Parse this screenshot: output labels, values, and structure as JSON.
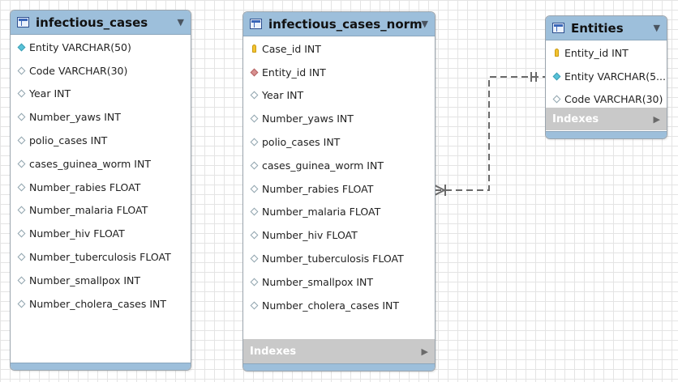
{
  "tables": {
    "infectious_cases": {
      "title": "infectious_cases",
      "columns": [
        {
          "label": "Entity VARCHAR(50)",
          "icon": "filled-diamond-icon"
        },
        {
          "label": "Code VARCHAR(30)",
          "icon": "hollow-diamond-icon"
        },
        {
          "label": "Year INT",
          "icon": "hollow-diamond-icon"
        },
        {
          "label": "Number_yaws INT",
          "icon": "hollow-diamond-icon"
        },
        {
          "label": "polio_cases INT",
          "icon": "hollow-diamond-icon"
        },
        {
          "label": "cases_guinea_worm INT",
          "icon": "hollow-diamond-icon"
        },
        {
          "label": "Number_rabies FLOAT",
          "icon": "hollow-diamond-icon"
        },
        {
          "label": "Number_malaria FLOAT",
          "icon": "hollow-diamond-icon"
        },
        {
          "label": "Number_hiv FLOAT",
          "icon": "hollow-diamond-icon"
        },
        {
          "label": "Number_tuberculosis FLOAT",
          "icon": "hollow-diamond-icon"
        },
        {
          "label": "Number_smallpox INT",
          "icon": "hollow-diamond-icon"
        },
        {
          "label": "Number_cholera_cases INT",
          "icon": "hollow-diamond-icon"
        }
      ]
    },
    "infectious_cases_norm": {
      "title": "infectious_cases_norm",
      "columns": [
        {
          "label": "Case_id INT",
          "icon": "primary-key-icon"
        },
        {
          "label": "Entity_id INT",
          "icon": "foreign-key-diamond-icon"
        },
        {
          "label": "Year INT",
          "icon": "hollow-diamond-icon"
        },
        {
          "label": "Number_yaws INT",
          "icon": "hollow-diamond-icon"
        },
        {
          "label": "polio_cases INT",
          "icon": "hollow-diamond-icon"
        },
        {
          "label": "cases_guinea_worm INT",
          "icon": "hollow-diamond-icon"
        },
        {
          "label": "Number_rabies FLOAT",
          "icon": "hollow-diamond-icon"
        },
        {
          "label": "Number_malaria FLOAT",
          "icon": "hollow-diamond-icon"
        },
        {
          "label": "Number_hiv FLOAT",
          "icon": "hollow-diamond-icon"
        },
        {
          "label": "Number_tuberculosis FLOAT",
          "icon": "hollow-diamond-icon"
        },
        {
          "label": "Number_smallpox INT",
          "icon": "hollow-diamond-icon"
        },
        {
          "label": "Number_cholera_cases INT",
          "icon": "hollow-diamond-icon"
        }
      ],
      "indexes_label": "Indexes"
    },
    "entities": {
      "title": "Entities",
      "columns": [
        {
          "label": "Entity_id INT",
          "icon": "primary-key-icon"
        },
        {
          "label": "Entity VARCHAR(5...",
          "icon": "filled-diamond-icon"
        },
        {
          "label": "Code VARCHAR(30)",
          "icon": "hollow-diamond-icon"
        }
      ],
      "indexes_label": "Indexes"
    }
  },
  "relationship": {
    "from": "infectious_cases_norm",
    "to": "Entities",
    "type": "one-to-many"
  },
  "colors": {
    "header": "#9dbfdb",
    "indexes_bar": "#c9c9c9",
    "grid": "#e4e4e4",
    "connector": "#666666"
  }
}
